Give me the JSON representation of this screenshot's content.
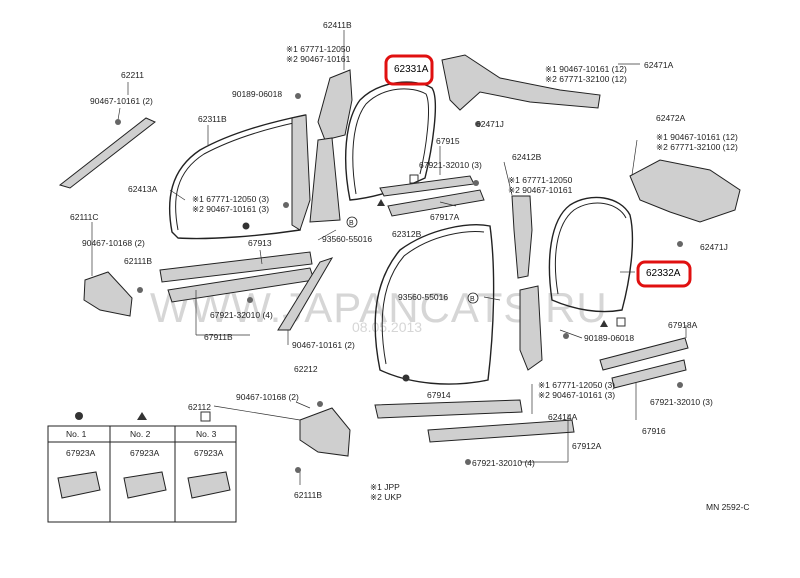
{
  "labels": {
    "p62411B": "62411B",
    "p62331A": "62331A",
    "p62471A": "62471A",
    "p62211": "62211",
    "p90467_10161_2": "90467-10161 (2)",
    "p90189_06018": "90189-06018",
    "p62311B": "62311B",
    "p62413A": "62413A",
    "p1_67771_12050_3": "※1 67771-12050 (3)",
    "p2_90467_10161_3": "※2 90467-10161 (3)",
    "p62111C": "62111C",
    "p90467_10168_2": "90467-10168 (2)",
    "p62111B": "62111B",
    "p67913": "67913",
    "p67921_32010_4a": "67921-32010 (4)",
    "p67911B": "67911B",
    "p93560_55016a": "93560-55016",
    "p62312B": "62312B",
    "p62212": "62212",
    "p90467_10161_2b": "90467-10161 (2)",
    "p67915": "67915",
    "p67921_32010_3": "67921-32010 (3)",
    "p62412B": "62412B",
    "p1_67771_12050": "※1 67771-12050",
    "p2_90467_10161": "※2 90467-10161",
    "p67917A": "67917A",
    "p62471J": "62471J",
    "p1_90467_10161_12": "※1 90467-10161 (12)",
    "p2_67771_32100_12": "※2 67771-32100 (12)",
    "p62472A": "62472A",
    "p1_90467_10161_12b": "※1 90467-10161 (12)",
    "p2_67771_32100_12b": "※2 67771-32100 (12)",
    "p62471J_b": "62471J",
    "p62332A": "62332A",
    "p93560_55016b": "93560-55016",
    "p67918A": "67918A",
    "p90189_06018b": "90189-06018",
    "p67921_32010_3b": "67921-32010 (3)",
    "p1_67771_12050_3b": "※1 67771-12050 (3)",
    "p2_90467_10161_3b": "※2 90467-10161 (3)",
    "p62414A": "62414A",
    "p67916": "67916",
    "p67914": "67914",
    "p67912A": "67912A",
    "p67921_32010_4b": "67921-32010 (4)",
    "p62112": "62112",
    "p90467_10168_2b": "90467-10168 (2)",
    "p62111B_b": "62111B",
    "legend1": "※1 JPP",
    "legend2": "※2 UKP",
    "mn": "MN 2592-C",
    "b_marker": "B"
  },
  "clip_table": {
    "headers": [
      "No. 1",
      "No. 2",
      "No. 3"
    ],
    "parts": [
      "67923A",
      "67923A",
      "67923A"
    ]
  },
  "watermark": {
    "text": "WWW.JAPANCATS.RU",
    "date": "08.05.2013"
  },
  "colors": {
    "highlight": "#e01010",
    "line": "#222222"
  }
}
